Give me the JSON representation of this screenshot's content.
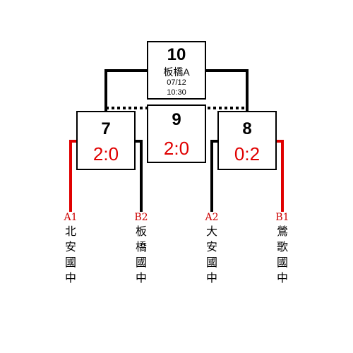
{
  "final": {
    "number": "10",
    "venue": "板橋A",
    "date": "07/12",
    "time": "10:30"
  },
  "match_left": {
    "number": "7",
    "score": "2:0"
  },
  "match_center": {
    "number": "9",
    "score": "2:0"
  },
  "match_right": {
    "number": "8",
    "score": "0:2"
  },
  "teams": [
    {
      "seed": "A1",
      "name": [
        "北",
        "安",
        "國",
        "中"
      ],
      "seed_color": "#cc0000"
    },
    {
      "seed": "B2",
      "name": [
        "板",
        "橋",
        "國",
        "中"
      ],
      "seed_color": "#cc0000"
    },
    {
      "seed": "A2",
      "name": [
        "大",
        "安",
        "國",
        "中"
      ],
      "seed_color": "#cc0000"
    },
    {
      "seed": "B1",
      "name": [
        "鶯",
        "歌",
        "國",
        "中"
      ],
      "seed_color": "#cc0000"
    }
  ],
  "colors": {
    "winner_line": "#e00000",
    "line": "#000000",
    "score": "#e00000"
  }
}
